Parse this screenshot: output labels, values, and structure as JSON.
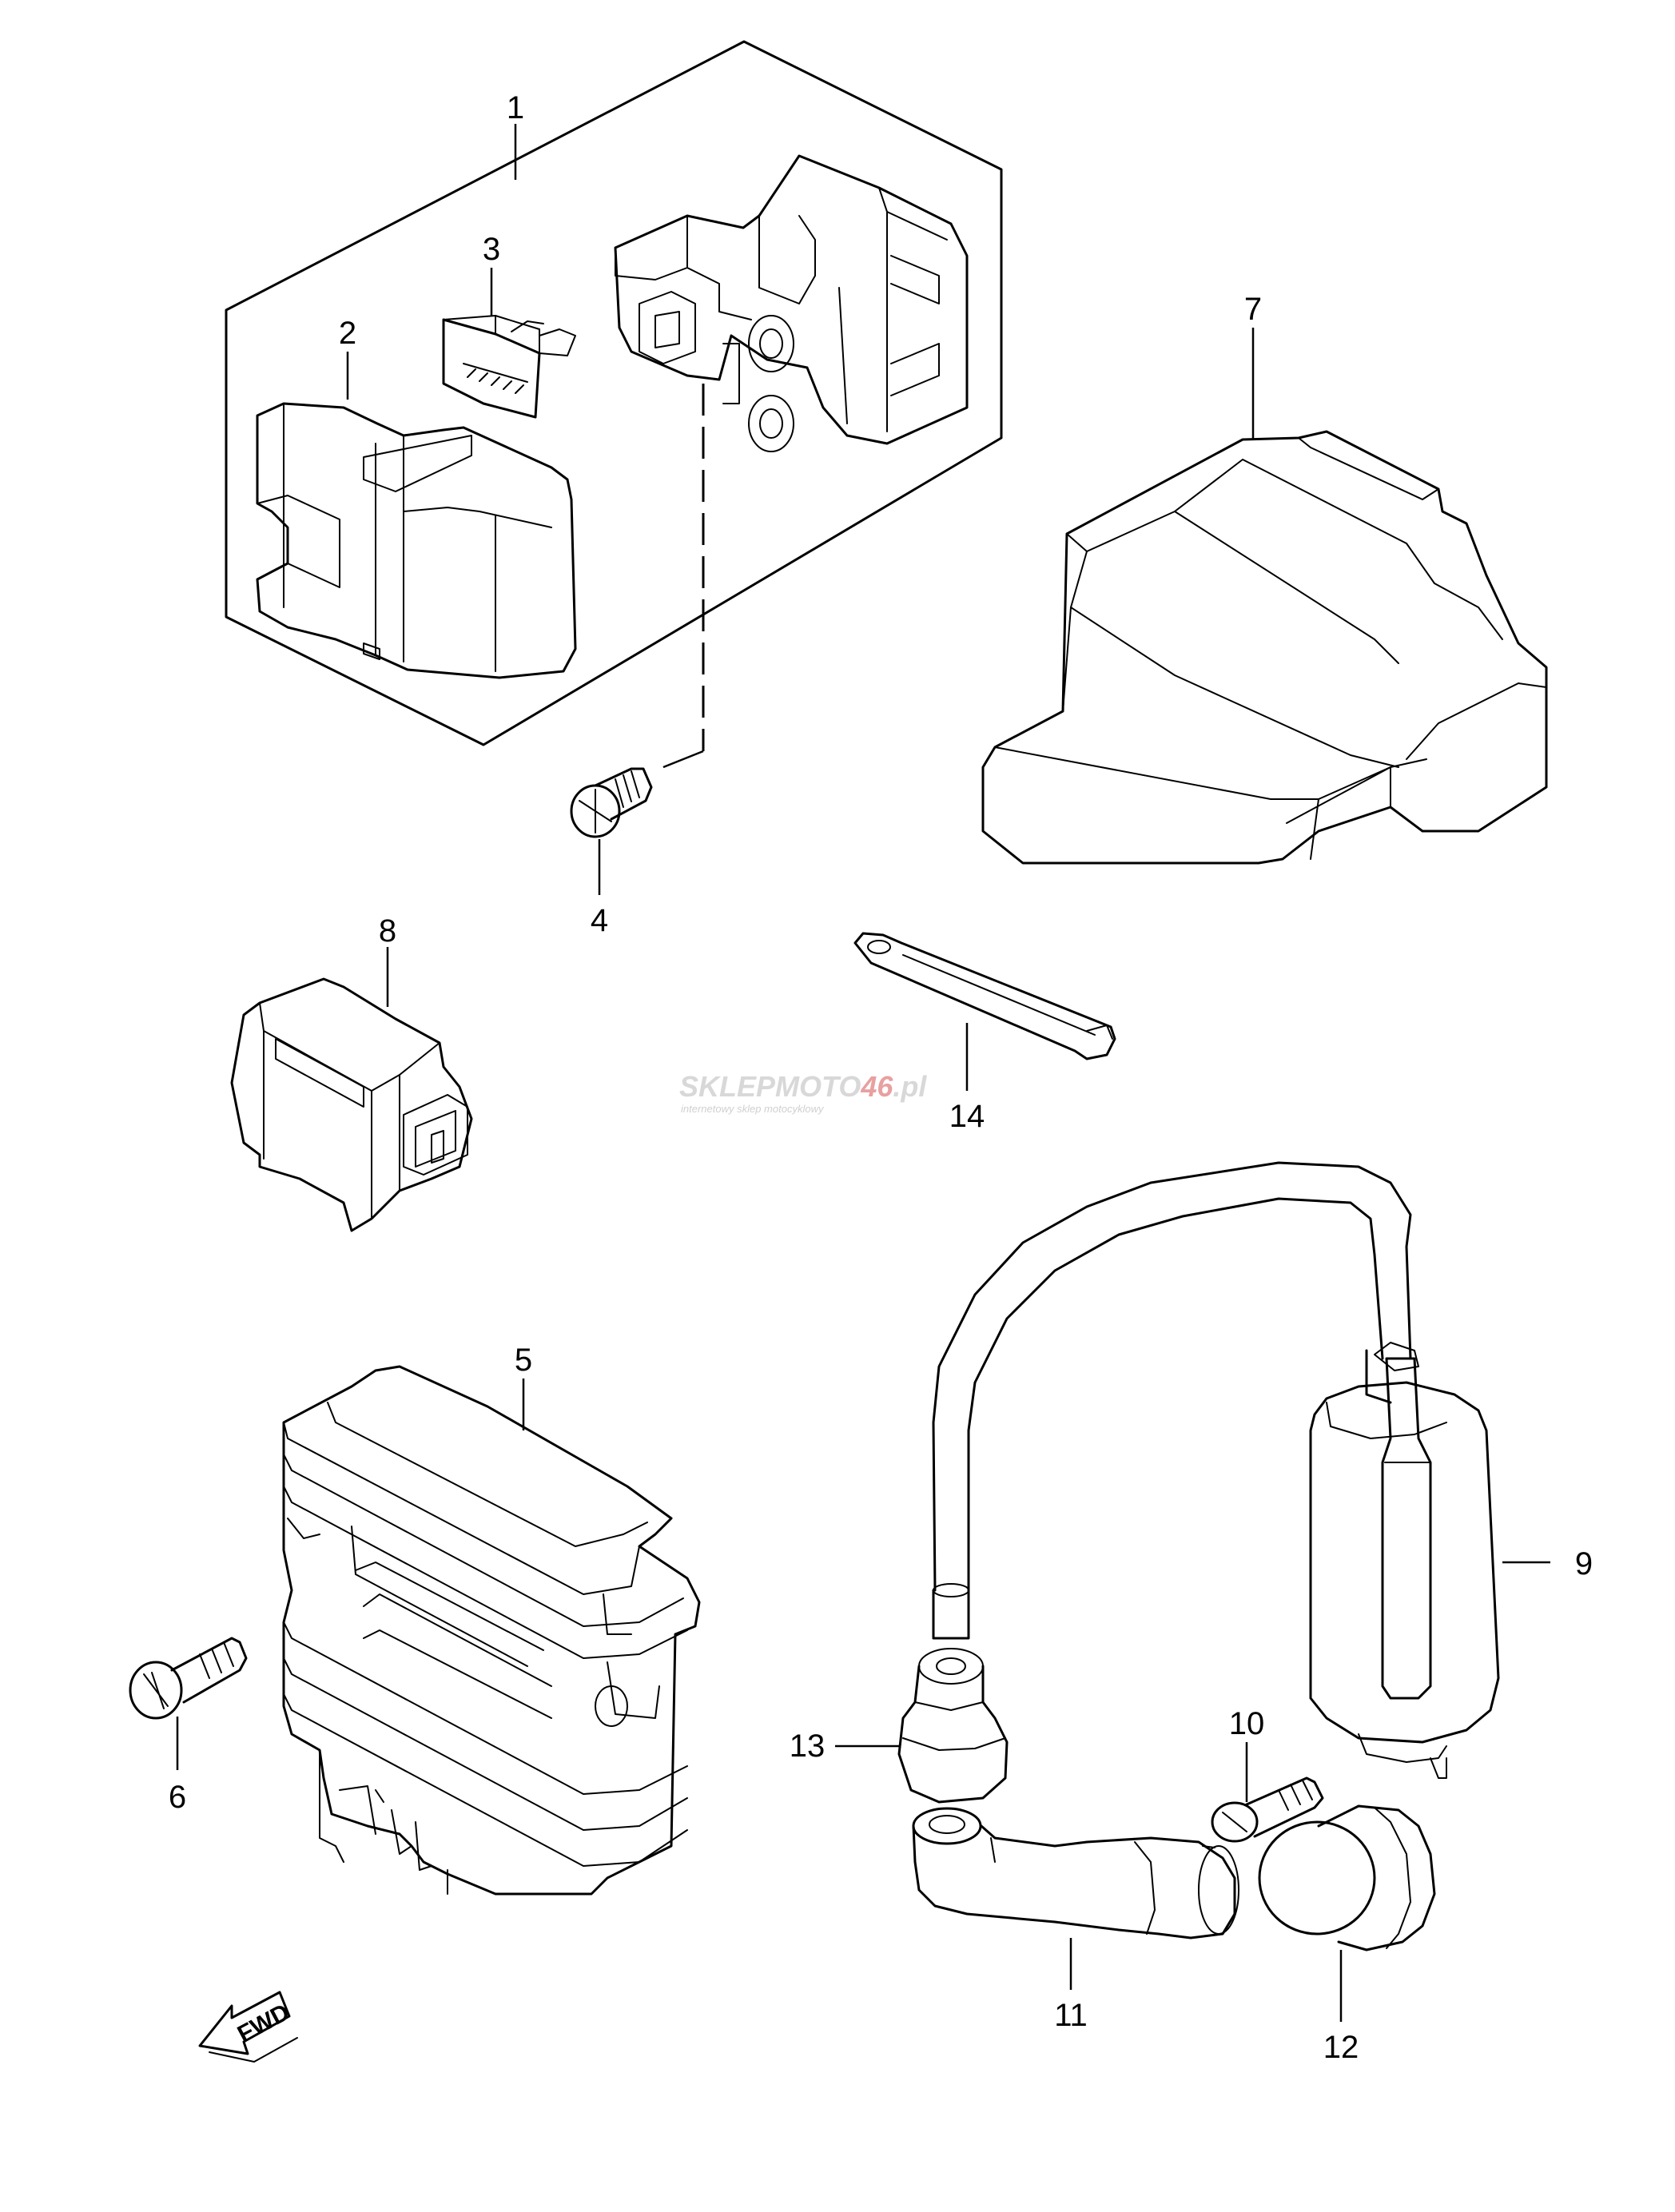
{
  "callouts": [
    {
      "id": "1",
      "label": "1"
    },
    {
      "id": "2",
      "label": "2"
    },
    {
      "id": "3",
      "label": "3"
    },
    {
      "id": "4",
      "label": "4"
    },
    {
      "id": "5",
      "label": "5"
    },
    {
      "id": "6",
      "label": "6"
    },
    {
      "id": "7",
      "label": "7"
    },
    {
      "id": "8",
      "label": "8"
    },
    {
      "id": "9",
      "label": "9"
    },
    {
      "id": "10",
      "label": "10"
    },
    {
      "id": "11",
      "label": "11"
    },
    {
      "id": "12",
      "label": "12"
    },
    {
      "id": "13",
      "label": "13"
    },
    {
      "id": "14",
      "label": "14"
    }
  ],
  "watermark": {
    "brand_a": "SKLEP",
    "brand_b": "MOTO",
    "brand_c": "46",
    "brand_d": ".pl",
    "tagline": "internetowy sklep motocyklowy"
  },
  "fwd_label": "FWD",
  "colors": {
    "line": "#000000",
    "background": "#ffffff",
    "watermark_grey": "#d8d8d8",
    "watermark_red": "#e8a0a0"
  }
}
